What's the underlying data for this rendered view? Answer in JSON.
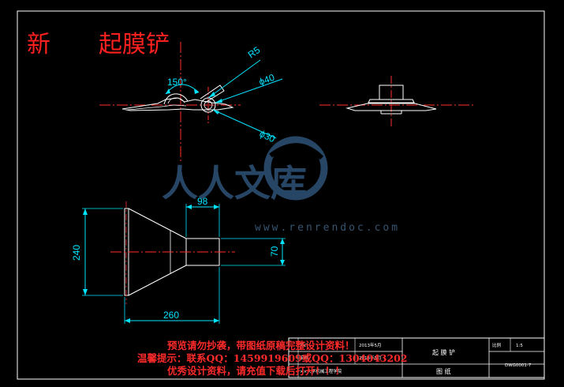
{
  "title": {
    "part1": "新",
    "part2": "起膜铲"
  },
  "dimensions": {
    "r5": "R5",
    "phi40": "ϕ40",
    "angle150": "150°",
    "phi30": "ϕ30",
    "d98": "98",
    "d240": "240",
    "d70": "70",
    "d260": "260"
  },
  "watermark": {
    "chinese": "人人文库",
    "url": "www.renrendoc.com"
  },
  "notice": {
    "line1": "预览请勿抄袭，带图纸原稿完整设计资料！",
    "line2": "温馨提示：联系QQ：1459919609或QQ：1304043202",
    "line3": "优秀设计资料，请充值下载后打开！！！"
  },
  "title_block": {
    "part_name": "起 膜 铲",
    "scale_label": "比例",
    "scale_value": "1:5",
    "drawing_no": "DWG0001-7",
    "material": "图 纸",
    "designer": "设计",
    "checker": "审核",
    "date1": "2013年5月",
    "date2": "2013年5月",
    "school": "××大学机械工程学院"
  },
  "colors": {
    "background": "#000000",
    "outline": "#ffffff",
    "center_line": "#ff3030",
    "dimension": "#00e5ff",
    "title_red": "#ff2020",
    "watermark": "#2a4a6b"
  }
}
